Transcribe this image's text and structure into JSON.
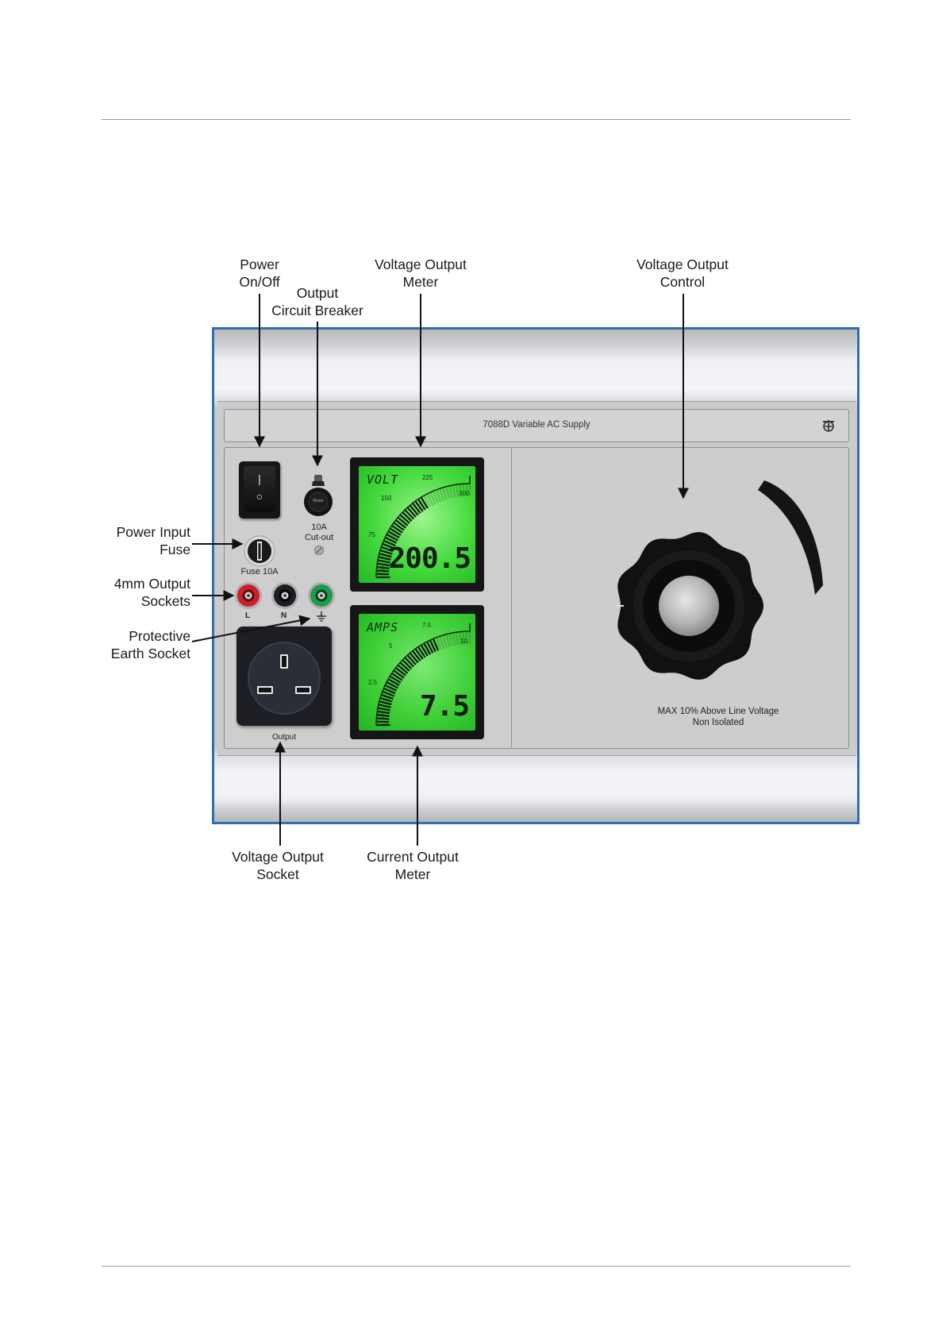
{
  "callouts": {
    "power_onoff": "Power\nOn/Off",
    "output_circuit_breaker": "Output\nCircuit Breaker",
    "voltage_output_meter": "Voltage Output\nMeter",
    "voltage_output_control": "Voltage Output\nControl",
    "power_input_fuse": "Power Input\nFuse",
    "output_sockets_4mm": "4mm Output\nSockets",
    "protective_earth_socket": "Protective\nEarth Socket",
    "voltage_output_socket": "Voltage Output\nSocket",
    "current_output_meter": "Current Output\nMeter"
  },
  "device": {
    "title": "7088D Variable AC Supply",
    "breaker_label": "10A\nCut-out",
    "breaker_cap_text": "Reset",
    "fuse_label": "Fuse 10A",
    "socket_labels": [
      "L",
      "N"
    ],
    "output_label": "Output",
    "warning_line1": "MAX 10% Above Line Voltage",
    "warning_line2": "Non Isolated",
    "colors": {
      "frame": "#2f6fb5",
      "lcd": "#3ed83e",
      "socket_l": "#cc1f2a",
      "socket_n": "#1c1c24",
      "socket_earth": "#1f9a4a"
    }
  },
  "volt_meter": {
    "unit": "VOLT",
    "reading": "200.5",
    "scale_labels": [
      "0",
      "75",
      "150",
      "225",
      "300"
    ]
  },
  "amp_meter": {
    "unit": "AMPS",
    "reading": "7.5",
    "scale_labels": [
      "0",
      "2.5",
      "5",
      "7.5",
      "10"
    ]
  }
}
